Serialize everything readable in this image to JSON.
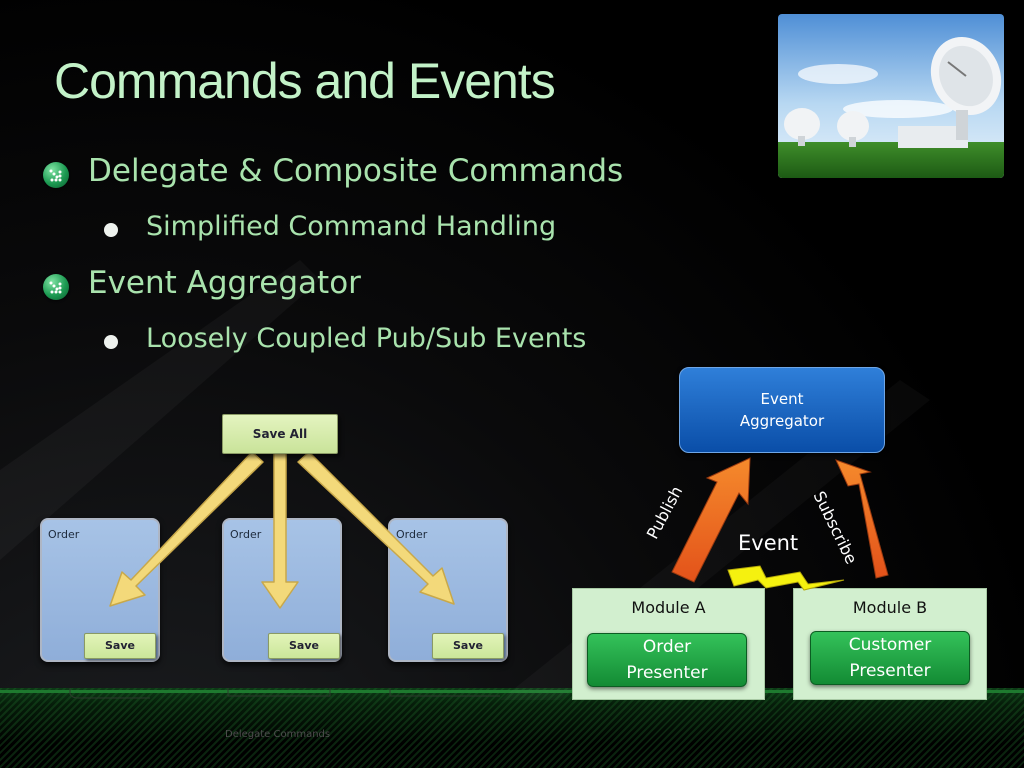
{
  "slide": {
    "title": "Commands and Events"
  },
  "bullets": [
    {
      "text": "Delegate & Composite Commands",
      "sub": [
        "Simplified Command Handling"
      ]
    },
    {
      "text": "Event Aggregator",
      "sub": [
        "Loosely Coupled Pub/Sub Events"
      ]
    }
  ],
  "save_diagram": {
    "save_all_label": "Save All",
    "cards": [
      {
        "title": "Order",
        "button": "Save"
      },
      {
        "title": "Order",
        "button": "Save"
      },
      {
        "title": "Order",
        "button": "Save"
      }
    ],
    "caption": "Delegate Commands"
  },
  "pubsub_diagram": {
    "aggregator_line1": "Event",
    "aggregator_line2": "Aggregator",
    "publish_label": "Publish",
    "subscribe_label": "Subscribe",
    "event_label": "Event",
    "module_a": {
      "title": "Module A",
      "presenter_line1": "Order",
      "presenter_line2": "Presenter"
    },
    "module_b": {
      "title": "Module B",
      "presenter_line1": "Customer",
      "presenter_line2": "Presenter"
    }
  },
  "colors": {
    "title": "#c3f2c8",
    "bullet_text": "#a9e3ad",
    "arrow_orange": "#f06a1c",
    "arrow_yellow": "#f3d97a",
    "lightning": "#f5f10f",
    "aggregator": "#1f66c2",
    "presenter": "#22a545",
    "module_bg": "#d2efcf"
  },
  "icons": {
    "bullet_level1": "arrow-bullet-icon",
    "bullet_level2": "dot-bullet-icon",
    "photo": "satellite-dishes-photo"
  }
}
